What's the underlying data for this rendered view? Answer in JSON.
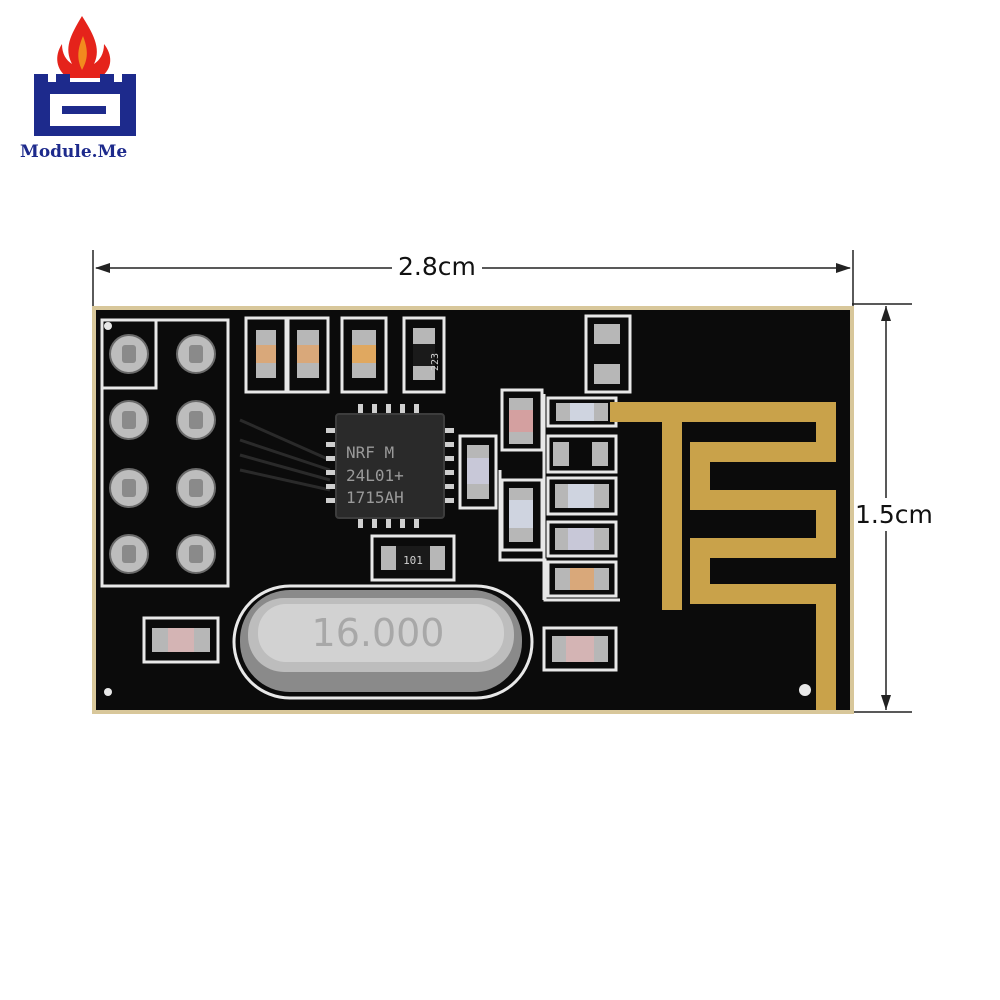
{
  "brand": {
    "name": "Module.Me",
    "colors": {
      "navy": "#1d2a8c",
      "flame_red": "#e5231b",
      "flame_orange": "#f28b1e"
    }
  },
  "dimensions": {
    "width_label": "2.8cm",
    "height_label": "1.5cm"
  },
  "board": {
    "chip_lines": [
      "NRF M",
      "24L01+",
      "1715AH"
    ],
    "crystal_label": "16.000",
    "resistor_labels": [
      "223",
      "101"
    ],
    "colors": {
      "pcb": "#0b0b0b",
      "gold": "#c9a24a",
      "silkscreen": "#e8e8e8"
    }
  }
}
